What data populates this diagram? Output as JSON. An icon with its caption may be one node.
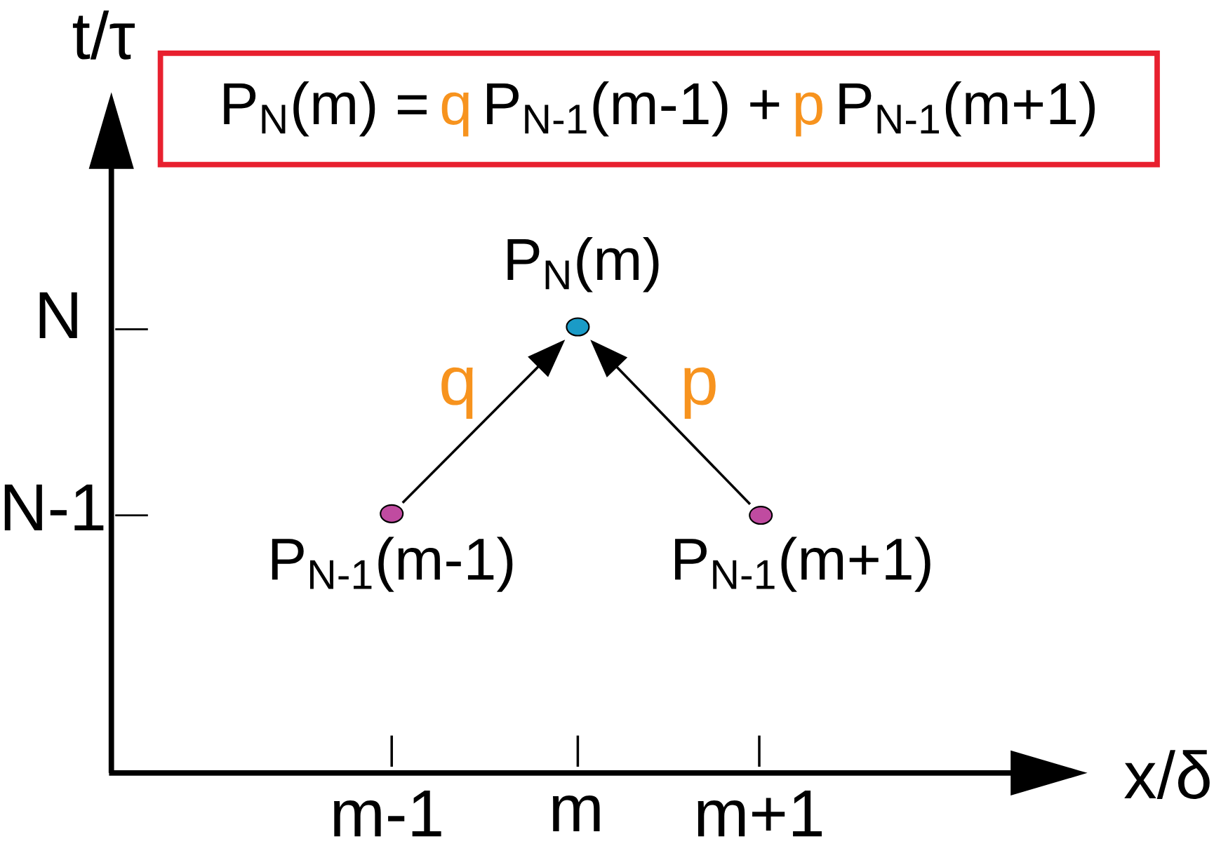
{
  "diagram": {
    "nodes": [
      {
        "text": [
          "P$_{N}$(m) =",
          "q",
          "P$_{N-1}$(m-1) +",
          "p",
          "P$_{N-1}$(m+1)"
        ]
      },
      {
        "text": [],
        "shape": "circle",
        "beside": [
          "P$_{N}$(m)"
        ]
      },
      {
        "text": [],
        "shape": "circle",
        "beside": [
          "P$_{N-1}$(m-1)"
        ]
      },
      {
        "text": [],
        "shape": "circle",
        "beside": [
          "P$_{N-1}$(m+1)"
        ]
      }
    ],
    "edges": [
      {
        "from": 2,
        "to": 1,
        "arrow": "to",
        "label": "q"
      },
      {
        "from": 3,
        "to": 1,
        "arrow": "to",
        "label": "p"
      }
    ],
    "labels": [
      "t/τ",
      "N",
      "N-1",
      "m-1",
      "m",
      "m+1",
      "x/δ"
    ]
  }
}
